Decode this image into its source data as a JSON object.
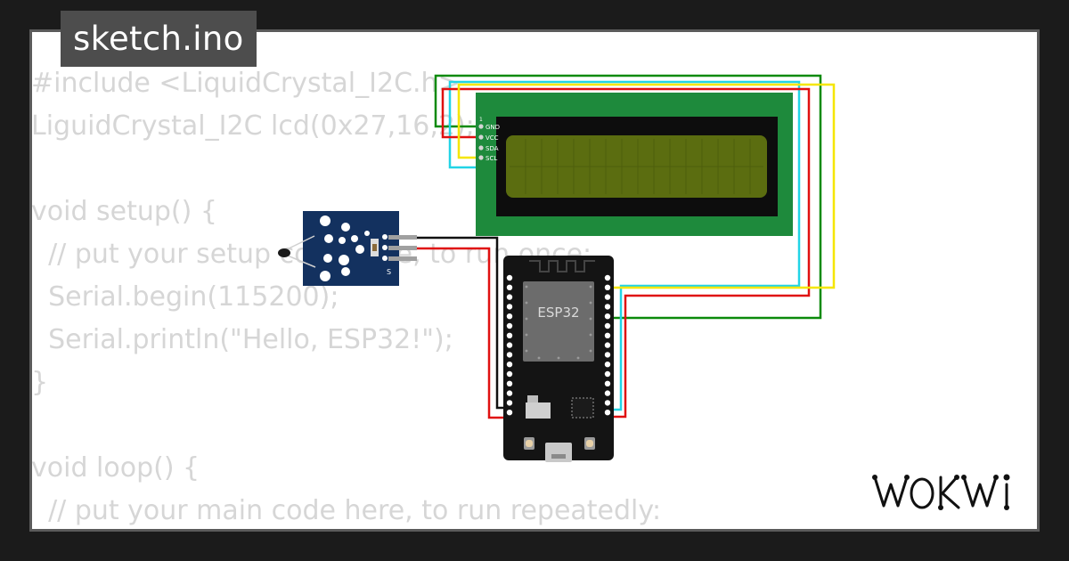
{
  "title": "sketch.ino",
  "code_lines": [
    "#include <LiquidCrystal_I2C.h>",
    "LiguidCrystal_I2C lcd(0x27,16,2);",
    "",
    "void setup() {",
    "  // put your setup code here, to run once:",
    "  Serial.begin(115200);",
    "  Serial.println(\"Hello, ESP32!\");",
    "}",
    "",
    "void loop() {",
    "  // put your main code here, to run repeatedly:"
  ],
  "lcd": {
    "pins": [
      "GND",
      "VCC",
      "SDA",
      "SCL"
    ],
    "pin_marker": "1"
  },
  "sensor": {
    "pin_label": "S"
  },
  "esp32": {
    "chip_label": "ESP32"
  },
  "logo": {
    "text": "WOKWI"
  },
  "colors": {
    "background": "#1b1b1b",
    "card": "#ffffff",
    "title_badge": "#4d4d4d",
    "code_text": "#d6d6d6",
    "wire_green": "#0a8a0a",
    "wire_cyan": "#22d4e6",
    "wire_red": "#e01010",
    "wire_yellow": "#f5e600",
    "wire_black": "#111111",
    "lcd_board": "#1e8a3c",
    "lcd_screen": "#5b6d10",
    "sensor_board": "#13315f"
  }
}
